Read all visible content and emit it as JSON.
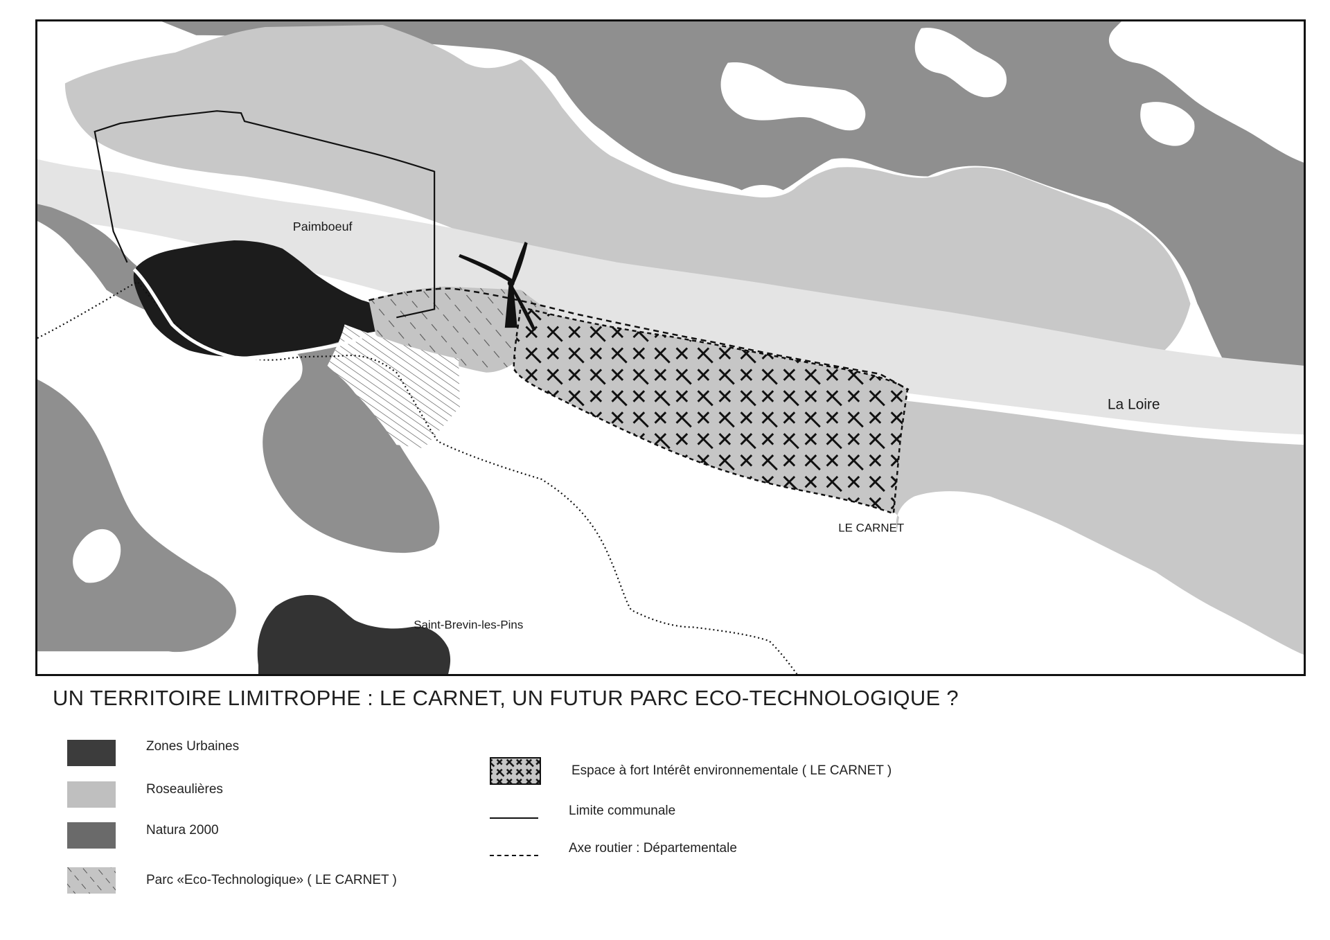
{
  "map": {
    "labels": {
      "paimboeuf": "Paimboeuf",
      "la_loire": "La Loire",
      "le_carnet": "LE CARNET",
      "saint_brevin": "Saint-Brevin-les-Pins"
    },
    "icons": {
      "wind_turbine": "wind-turbine-icon"
    }
  },
  "title": "UN TERRITOIRE LIMITROPHE : LE CARNET, UN FUTUR PARC ECO-TECHNOLOGIQUE ?",
  "legend": {
    "zones_urbaines": "Zones Urbaines",
    "roseaulieres": "Roseaulières",
    "natura_2000": "Natura 2000",
    "parc_eco": "Parc  «Eco-Technologique» ( LE CARNET )",
    "espace_interet": "Espace à fort Intérêt environnementale ( LE CARNET )",
    "limite_communale": "Limite communale",
    "axe_routier": "Axe routier : Départementale"
  },
  "colors": {
    "urban": "#1c1c1c",
    "urban_legend": "#3c3c3c",
    "reeds": "#bfbfbf",
    "natura": "#8f8f8f",
    "natura_legend": "#6a6a6a",
    "river": "#e4e4e4",
    "land": "#ffffff",
    "boundary": "#111111"
  }
}
